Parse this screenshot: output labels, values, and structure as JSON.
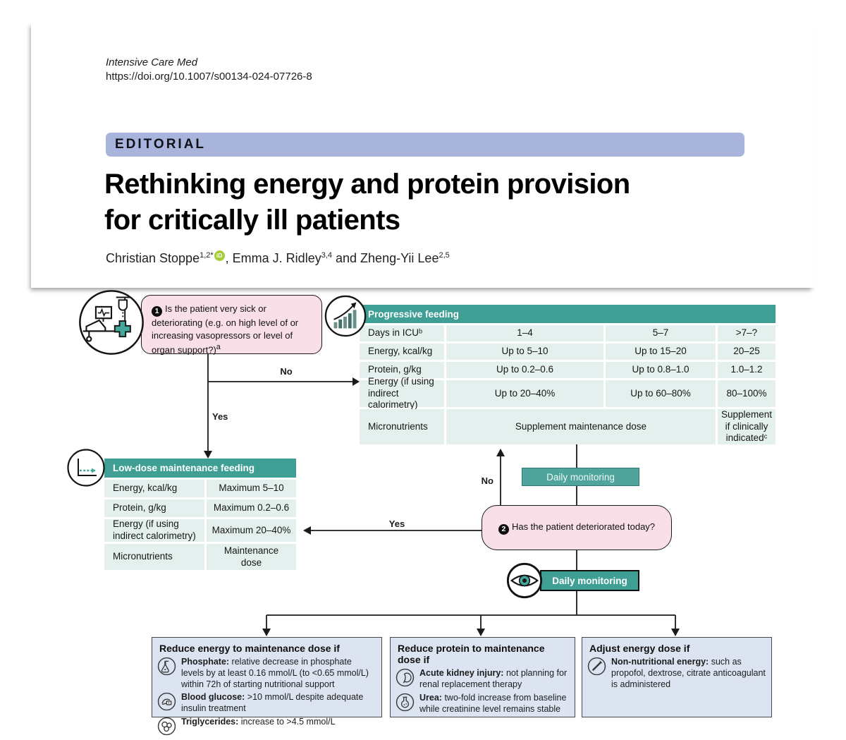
{
  "header": {
    "journal": "Intensive Care Med",
    "doi": "https://doi.org/10.1007/s00134-024-07726-8",
    "section_label": "EDITORIAL",
    "title_line1": "Rethinking energy and protein provision",
    "title_line2": "for critically ill patients",
    "authors": {
      "a1": "Christian Stoppe",
      "a1sup": "1,2*",
      "orcid": "iD",
      "sep1": ", ",
      "a2": "Emma J. Ridley",
      "a2sup": "3,4",
      "sep2": " and ",
      "a3": "Zheng-Yii Lee",
      "a3sup": "2,5"
    }
  },
  "flowchart": {
    "q1": {
      "num": "1",
      "text": "Is the patient very sick or deteriorating (e.g. on high level of or increasing vasopressors or level of organ support?)",
      "sup": "a"
    },
    "q2": {
      "num": "2",
      "text": "Has the patient deteriorated today?"
    },
    "edge_labels": {
      "no_to_progressive": "No",
      "yes_to_lowdose": "Yes",
      "no_back_to_progressive": "No",
      "yes_back_to_lowdose": "Yes"
    },
    "monitor_box_top": "Daily monitoring",
    "monitor_box_bottom": "Daily monitoring",
    "progressive": {
      "title": "Progressive feeding",
      "row_days": {
        "label": "Days in ICUᵇ",
        "c1": "1–4",
        "c2": "5–7",
        "c3": ">7–?"
      },
      "row_energy": {
        "label": "Energy, kcal/kg",
        "c1": "Up to 5–10",
        "c2": "Up to 15–20",
        "c3": "20–25"
      },
      "row_protein": {
        "label": "Protein, g/kg",
        "c1": "Up to 0.2–0.6",
        "c2": "Up to 0.8–1.0",
        "c3": "1.0–1.2"
      },
      "row_calorimetry": {
        "label": "Energy (if using indirect calorimetry)",
        "c1": "Up to 20–40%",
        "c2": "Up to 60–80%",
        "c3": "80–100%"
      },
      "row_micro": {
        "label": "Micronutrients",
        "c12": "Supplement maintenance dose",
        "c3": "Supplement if clinically indicatedᶜ"
      }
    },
    "lowdose": {
      "title": "Low-dose maintenance feeding",
      "rows": [
        {
          "label": "Energy, kcal/kg",
          "value": "Maximum 5–10"
        },
        {
          "label": "Protein, g/kg",
          "value": "Maximum 0.2–0.6"
        },
        {
          "label": "Energy (if using indirect calorimetry)",
          "value": "Maximum 20–40%"
        },
        {
          "label": "Micronutrients",
          "value": "Maintenance dose"
        }
      ]
    },
    "criteria": [
      {
        "title": "Reduce energy to maintenance dose if",
        "items": [
          {
            "icon": "flask-icon",
            "label": "Phosphate:",
            "text": "relative decrease in phosphate levels by at least 0.16 mmol/L (to <0.65 mmol/L) within 72h of starting nutritional support"
          },
          {
            "icon": "glucometer-hand-icon",
            "label": "Blood glucose:",
            "text": ">10 mmol/L despite adequate insulin treatment"
          },
          {
            "icon": "lipid-molecule-icon",
            "label": "Triglycerides:",
            "text": "increase to >4.5 mmol/L"
          }
        ]
      },
      {
        "title": "Reduce protein to maintenance dose if",
        "items": [
          {
            "icon": "kidney-icon",
            "label": "Acute kidney injury:",
            "text": "not planning for renal replacement therapy"
          },
          {
            "icon": "round-flask-icon",
            "label": "Urea:",
            "text": "two-fold increase from baseline while creatinine level remains stable"
          }
        ]
      },
      {
        "title": "Adjust energy dose if",
        "items": [
          {
            "icon": "crossed-syringe-icon",
            "label": "Non-nutritional energy:",
            "text": "such as propofol, dextrose, citrate anticoagulant is administered"
          }
        ]
      }
    ]
  },
  "colors": {
    "teal": "#3f9f94",
    "teal_light": "#e3f0ed",
    "pink": "#f9dfe8",
    "banner_blue": "#a8b4dc",
    "criteria_bg": "#dde4f1",
    "orcid_green": "#a6ce39"
  }
}
